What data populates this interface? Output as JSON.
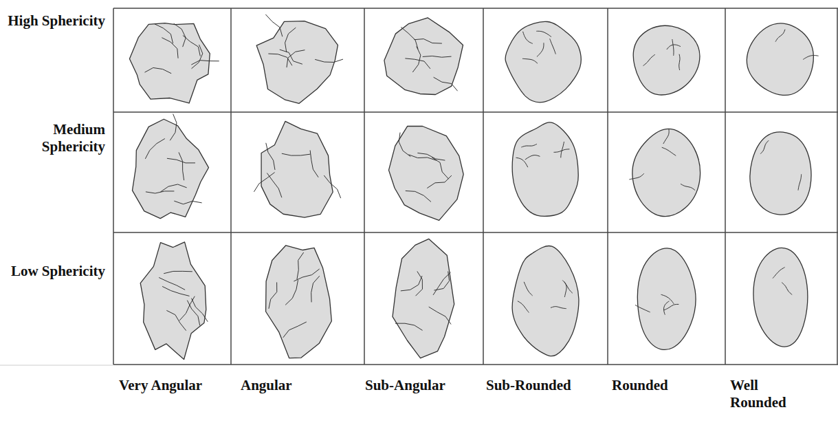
{
  "diagram": {
    "labels": [
      "High Sphericity",
      "Medium Sphericity",
      "Low Sphericity",
      "Very Angular",
      "Angular",
      "Sub-Angular",
      "Sub-Rounded",
      "Rounded",
      "Well Rounded"
    ]
  }
}
